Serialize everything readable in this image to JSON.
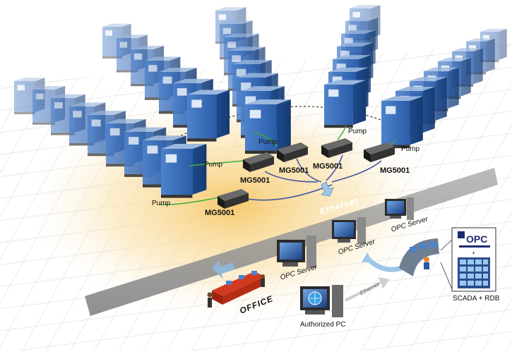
{
  "labels": {
    "pump": "Pump",
    "gateway": "MG5001",
    "ethernet": "Ethernet",
    "opc_server": "OPC Server",
    "office": "OFFICE",
    "authorized_pc": "Authorized PC",
    "scada": "SCADA + RDB"
  },
  "colors": {
    "pump_blue": "#2f66b3",
    "pump_light": "#9bb7de",
    "field_link": "#3cae3c",
    "bus_link": "#3b50a8",
    "ethernet_band": "#8e8e8e",
    "glow": "#f7c96a"
  },
  "icons": [
    "pump-unit",
    "gateway-device",
    "server-pc",
    "desk-icon",
    "person-icon",
    "globe-icon",
    "operator-console",
    "opc-foundation-logo",
    "arrow-icon"
  ]
}
